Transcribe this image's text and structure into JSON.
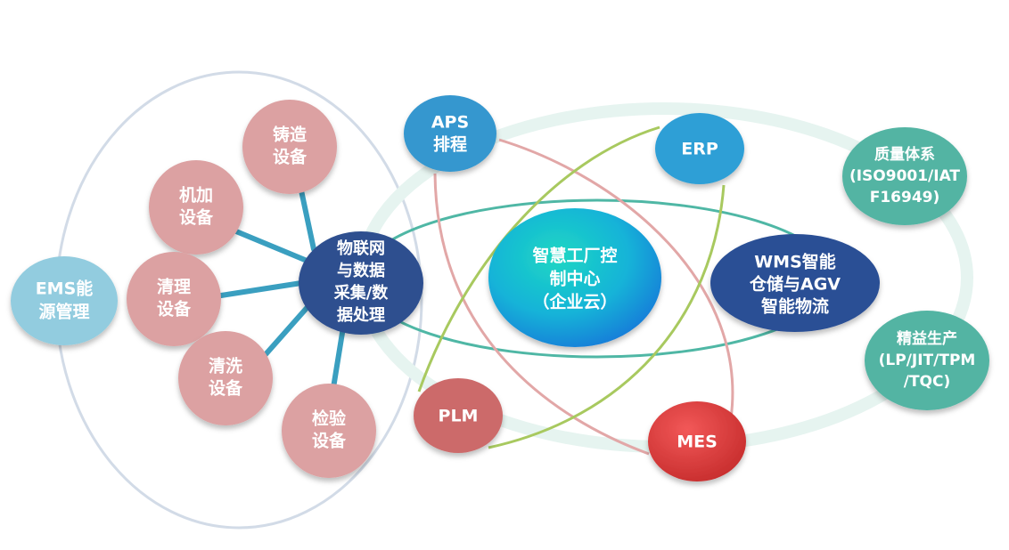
{
  "nodes": {
    "casting": {
      "line1": "铸造",
      "line2": "设备"
    },
    "machining": {
      "line1": "机加",
      "line2": "设备"
    },
    "cleaning": {
      "line1": "清理",
      "line2": "设备"
    },
    "washing": {
      "line1": "清洗",
      "line2": "设备"
    },
    "inspection": {
      "line1": "检验",
      "line2": "设备"
    },
    "ems": {
      "line1": "EMS能",
      "line2": "源管理"
    },
    "iot": {
      "line1": "物联网",
      "line2": "与数据",
      "line3": "采集/数",
      "line4": "据处理"
    },
    "aps": {
      "line1": "APS",
      "line2": "排程"
    },
    "erp": {
      "label": "ERP"
    },
    "plm": {
      "label": "PLM"
    },
    "mes": {
      "label": "MES"
    },
    "center": {
      "line1": "智慧工厂控",
      "line2": "制中心",
      "line3": "（企业云）"
    },
    "wms": {
      "line1": "WMS智能",
      "line2": "仓储与AGV",
      "line3": "智能物流"
    },
    "quality": {
      "line1": "质量体系",
      "line2": "(ISO9001/IAT",
      "line3": "F16949)"
    },
    "lean": {
      "line1": "精益生产",
      "line2": "(LP/JIT/TPM",
      "line3": "/TQC)"
    }
  },
  "colors": {
    "equipment": "#dca1a2",
    "ems": "#92ccdf",
    "iot": "#2e4f8f",
    "aps": "#3697cf",
    "erp": "#2f9fd6",
    "plm": "#cc6b6b",
    "mes": "#d93a3a",
    "wms": "#2c4f95",
    "side_teal": "#53b4a3",
    "spoke": "#3a9fc0"
  }
}
